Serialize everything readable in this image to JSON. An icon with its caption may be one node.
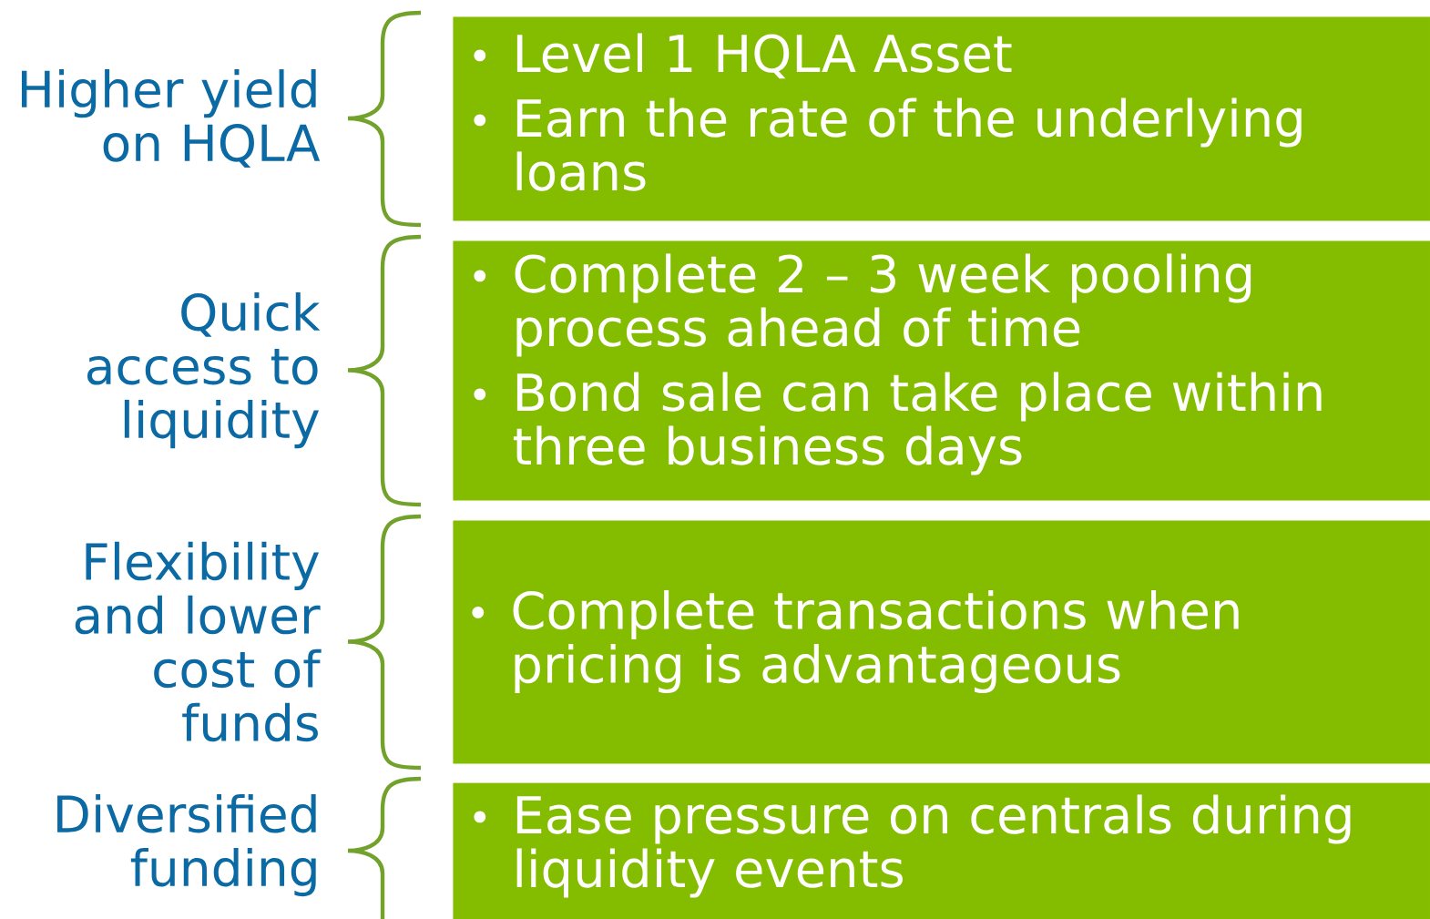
{
  "diagram": {
    "nodes": [
      {
        "text": [
          "Higher yield on HQLA",
          "Level 1 HQLA Asset",
          "Earn the rate of the underlying loans"
        ]
      },
      {
        "text": [
          "Quick access to liquidity",
          "Complete 2 – 3 week pooling process ahead of time",
          "Bond sale can take place within three business days"
        ]
      },
      {
        "text": [
          "Flexibility and lower cost of funds",
          "Complete transactions when pricing is advantageous"
        ]
      },
      {
        "text": [
          "Diversified funding",
          "Ease pressure on centrals during liquidity events"
        ]
      }
    ]
  }
}
